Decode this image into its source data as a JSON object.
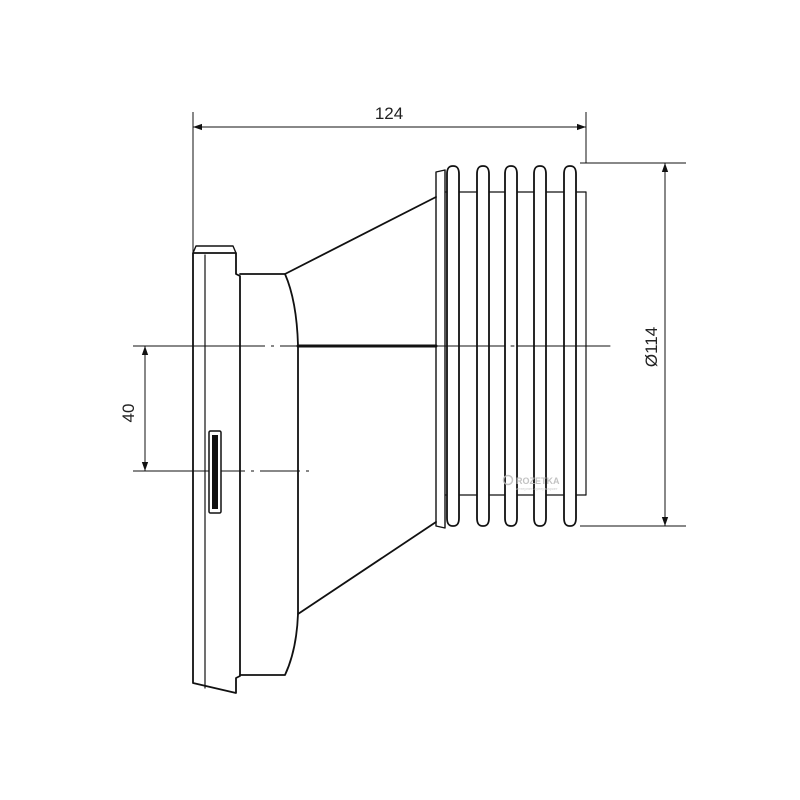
{
  "dimensions": {
    "length": "124",
    "diameter": "Ø114",
    "offset": "40"
  },
  "watermark": {
    "brand": "ROZETKA",
    "tagline": "интернет-супермаркет"
  },
  "colors": {
    "line": "#111111",
    "background": "#ffffff",
    "watermark": "#bbbbbb"
  }
}
